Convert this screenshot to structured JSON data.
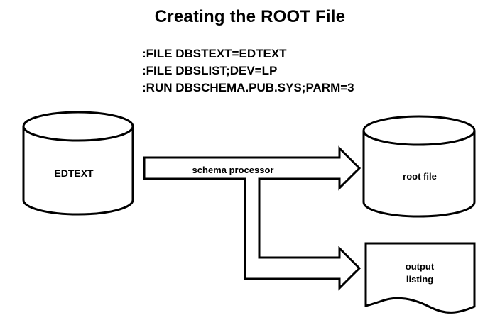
{
  "title": "Creating the ROOT File",
  "commands": [
    ":FILE DBSTEXT=EDTEXT",
    ":FILE DBSLIST;DEV=LP",
    ":RUN DBSCHEMA.PUB.SYS;PARM=3"
  ],
  "nodes": {
    "source": "EDTEXT",
    "root": "root file",
    "output_line1": "output",
    "output_line2": "listing"
  },
  "arrow_label": "schema processor",
  "colors": {
    "stroke": "#000000",
    "fill": "#ffffff"
  }
}
